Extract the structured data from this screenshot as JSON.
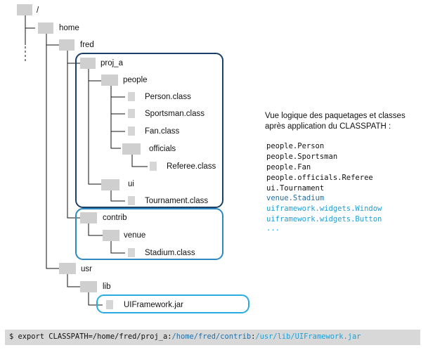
{
  "tree": {
    "root": "/",
    "home": "home",
    "fred": "fred",
    "proj_a": "proj_a",
    "people": "people",
    "person_class": "Person.class",
    "sportsman_class": "Sportsman.class",
    "fan_class": "Fan.class",
    "officials": "officials",
    "referee_class": "Referee.class",
    "ui": "ui",
    "tournament_class": "Tournament.class",
    "contrib": "contrib",
    "venue": "venue",
    "stadium_class": "Stadium.class",
    "usr": "usr",
    "lib": "lib",
    "uiframework_jar": "UIFramework.jar"
  },
  "side": {
    "title_line1": "Vue logique des paquetages et classes",
    "title_line2": "après application du CLASSPATH :",
    "packages": [
      "people.Person",
      "people.Sportsman",
      "people.Fan",
      "people.officials.Referee",
      "ui.Tournament",
      "venue.Stadium",
      "uiframework.widgets.Window",
      "uiframework.widgets.Button",
      "..."
    ]
  },
  "command": {
    "prefix": "$ export CLASSPATH=",
    "part1": "/home/fred/proj_a",
    "sep1": ":",
    "part2": "/home/fred/contrib",
    "sep2": ":",
    "part3": "/usr/lib/UIFramework.jar"
  },
  "colors": {
    "dark_blue": "#1b3f66",
    "mid_blue": "#2f88c0",
    "light_blue": "#29abe2",
    "folder_gray": "#cfcfcf",
    "file_gray": "#d6d6d6",
    "bar_gray": "#d8d8d8"
  },
  "icons": {
    "folder": "folder-icon",
    "file": "file-icon"
  }
}
